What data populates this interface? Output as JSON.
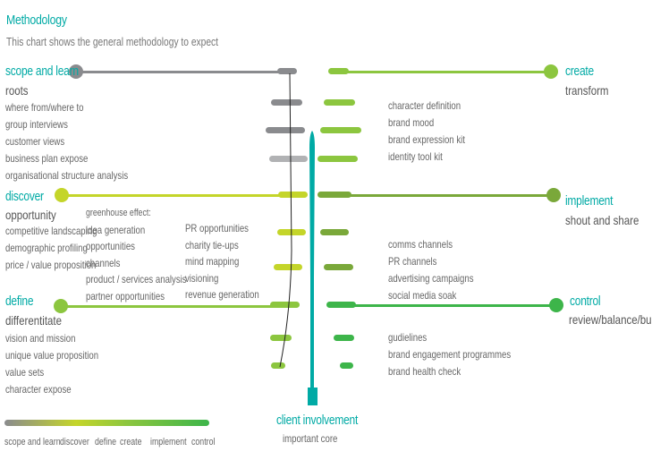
{
  "title": "Methodology",
  "subtitle": "This chart shows the general methodology to expect",
  "phases": {
    "scope": {
      "label": "scope and learn",
      "sub": "roots",
      "items": [
        "where from/where to",
        "group interviews",
        "customer views",
        "business plan expose",
        "organisational structure analysis"
      ],
      "color": "#8a8b8e"
    },
    "discover": {
      "label": "discover",
      "sub": "opportunity",
      "items": [
        "competitive landscaping",
        "demographic profiling",
        "price / value proposition"
      ],
      "color": "#c4d52a"
    },
    "define": {
      "label": "define",
      "sub": "differentitate",
      "items": [
        "vision and mission",
        "unique value proposition",
        "value sets",
        "character expose"
      ],
      "color": "#8cc63f"
    },
    "create": {
      "label": "create",
      "sub": "transform",
      "items": [
        "character definition",
        "brand mood",
        "brand expression kit",
        "identity tool kit"
      ],
      "color": "#8cc63f"
    },
    "implement": {
      "label": "implement",
      "sub": "shout and share",
      "items": [
        "comms channels",
        "PR channels",
        "advertising campaigns",
        "social media soak"
      ],
      "color": "#7aa83a"
    },
    "control": {
      "label": "control",
      "sub": "review/balance/build",
      "items": [
        "gudielines",
        "brand engagement programmes",
        "brand health check"
      ],
      "color": "#3db54a"
    }
  },
  "greenhouse": [
    "greenhouse effect:",
    "idea generation",
    "opportunities",
    "channels",
    "product / services analysis",
    "partner opportunities"
  ],
  "pr": [
    "PR opportunities",
    "charity tie-ups",
    "mind mapping",
    "visioning",
    "revenue generation"
  ],
  "core": {
    "label": "client involvement",
    "sub": "important core",
    "color": "#00aaa5"
  },
  "legend": [
    "scope and learn",
    "discover",
    "define",
    "create",
    "implement",
    "control"
  ]
}
